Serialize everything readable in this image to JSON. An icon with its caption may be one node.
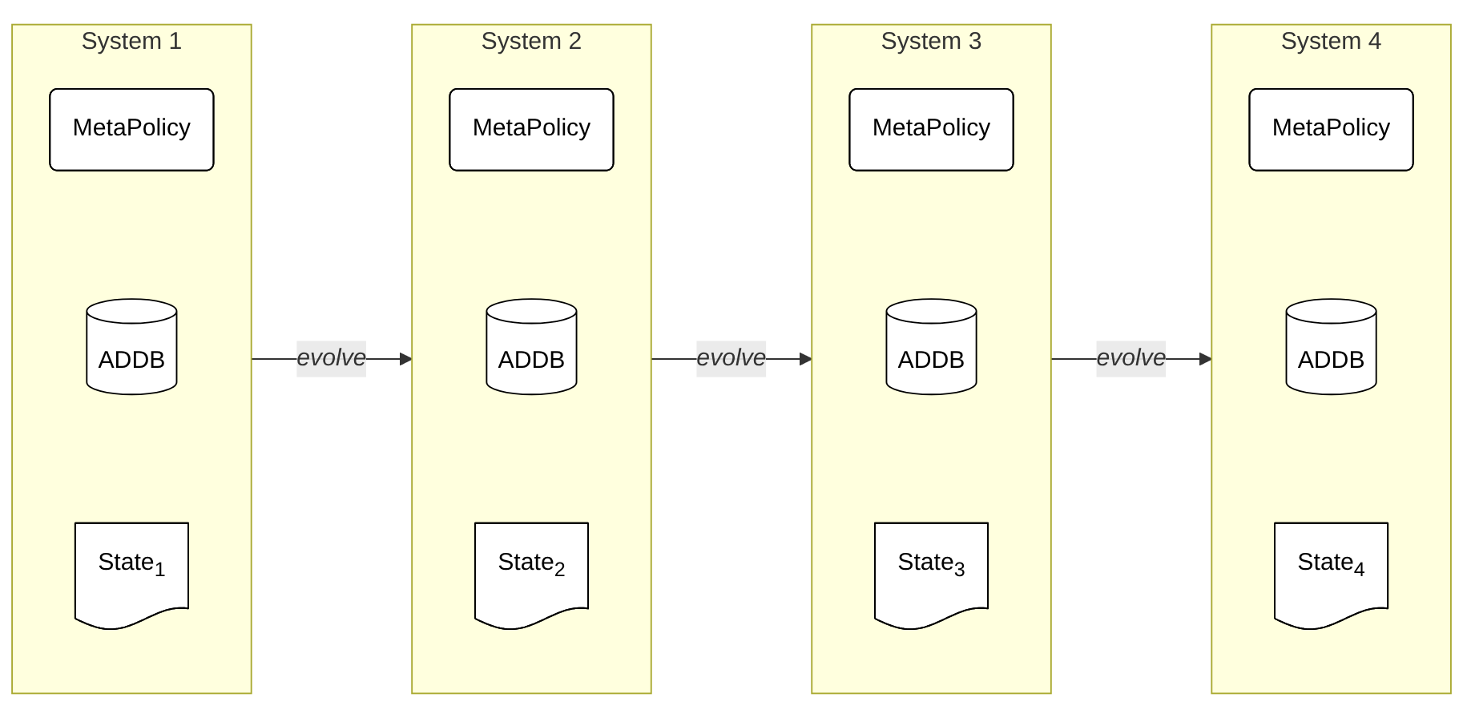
{
  "diagram": {
    "nodes": [
      {
        "text": [
          "System 1"
        ]
      },
      {
        "text": [
          "MetaPolicy"
        ],
        "in": 0
      },
      {
        "text": [
          "ADDB"
        ],
        "in": 0
      },
      {
        "text": [
          "State$_{1}$"
        ],
        "in": 0
      },
      {
        "text": [
          "System 2"
        ]
      },
      {
        "text": [
          "MetaPolicy"
        ],
        "in": 4
      },
      {
        "text": [
          "ADDB"
        ],
        "in": 4
      },
      {
        "text": [
          "State$_{2}$"
        ],
        "in": 4
      },
      {
        "text": [
          "System 3"
        ]
      },
      {
        "text": [
          "MetaPolicy"
        ],
        "in": 8
      },
      {
        "text": [
          "ADDB"
        ],
        "in": 8
      },
      {
        "text": [
          "State$_{3}$"
        ],
        "in": 8
      },
      {
        "text": [
          "System 4"
        ]
      },
      {
        "text": [
          "MetaPolicy"
        ],
        "in": 12
      },
      {
        "text": [
          "ADDB"
        ],
        "in": 12
      },
      {
        "text": [
          "State$_{4}$"
        ],
        "in": 12
      }
    ],
    "edges": [
      {
        "from": 0,
        "to": 4,
        "arrow": "to",
        "label": "evolve"
      },
      {
        "from": 4,
        "to": 8,
        "arrow": "to",
        "label": "evolve"
      },
      {
        "from": 8,
        "to": 12,
        "arrow": "to",
        "label": "evolve"
      }
    ]
  }
}
